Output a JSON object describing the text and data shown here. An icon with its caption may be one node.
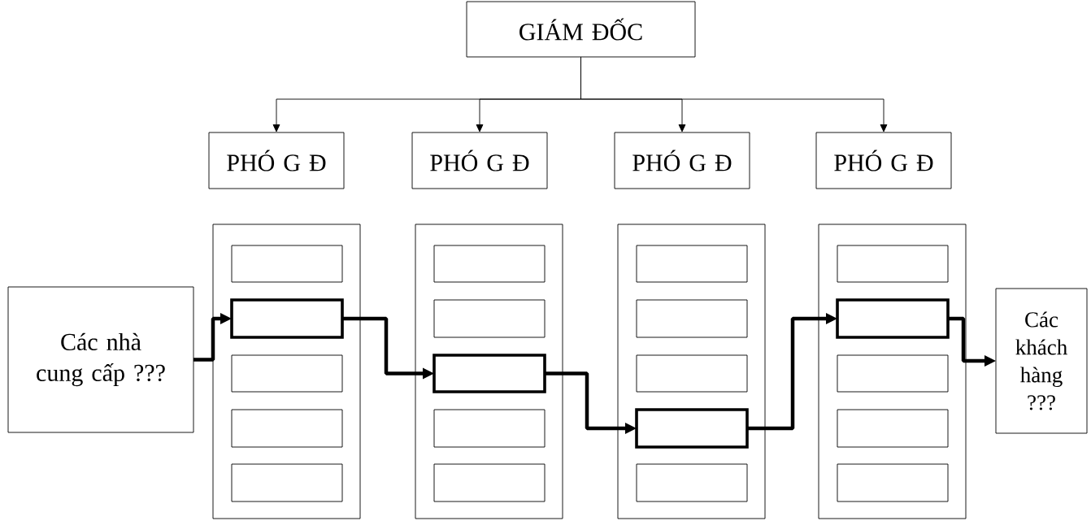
{
  "diagram": {
    "nodes": [
      {
        "text": [
          "GIÁM ĐỐC"
        ]
      },
      {
        "text": [
          "PHÓ G Đ"
        ]
      },
      {
        "text": [
          "PHÓ G Đ"
        ]
      },
      {
        "text": [
          "PHÓ G Đ"
        ]
      },
      {
        "text": [
          "PHÓ G Đ"
        ]
      },
      {
        "text": [],
        "shape": "box"
      },
      {
        "text": [],
        "shape": "box"
      },
      {
        "text": [],
        "shape": "box"
      },
      {
        "text": [],
        "shape": "box"
      },
      {
        "text": [],
        "shape": "box",
        "in": 5
      },
      {
        "text": [],
        "shape": "box",
        "in": 5
      },
      {
        "text": [],
        "shape": "box",
        "in": 5
      },
      {
        "text": [],
        "shape": "box",
        "in": 5
      },
      {
        "text": [],
        "shape": "box",
        "in": 5
      },
      {
        "text": [],
        "shape": "box",
        "in": 6
      },
      {
        "text": [],
        "shape": "box",
        "in": 6
      },
      {
        "text": [],
        "shape": "box",
        "in": 6
      },
      {
        "text": [],
        "shape": "box",
        "in": 6
      },
      {
        "text": [],
        "shape": "box",
        "in": 6
      },
      {
        "text": [],
        "shape": "box",
        "in": 7
      },
      {
        "text": [],
        "shape": "box",
        "in": 7
      },
      {
        "text": [],
        "shape": "box",
        "in": 7
      },
      {
        "text": [],
        "shape": "box",
        "in": 7
      },
      {
        "text": [],
        "shape": "box",
        "in": 7
      },
      {
        "text": [],
        "shape": "box",
        "in": 8
      },
      {
        "text": [],
        "shape": "box",
        "in": 8
      },
      {
        "text": [],
        "shape": "box",
        "in": 8
      },
      {
        "text": [],
        "shape": "box",
        "in": 8
      },
      {
        "text": [],
        "shape": "box",
        "in": 8
      },
      {
        "text": [
          "Các nhà cung cấp ???"
        ]
      },
      {
        "text": [
          "Các khách hàng ???"
        ]
      }
    ],
    "edges": [
      {
        "from": 0,
        "to": 1,
        "arrow": "to"
      },
      {
        "from": 0,
        "to": 2,
        "arrow": "to"
      },
      {
        "from": 0,
        "to": 3,
        "arrow": "to"
      },
      {
        "from": 0,
        "to": 4,
        "arrow": "to"
      },
      {
        "from": 29,
        "to": 10,
        "arrow": "to"
      },
      {
        "from": 10,
        "to": 16,
        "arrow": "to"
      },
      {
        "from": 16,
        "to": 22,
        "arrow": "to"
      },
      {
        "from": 22,
        "to": 25,
        "arrow": "to"
      },
      {
        "from": 25,
        "to": 30,
        "arrow": "to"
      }
    ]
  }
}
